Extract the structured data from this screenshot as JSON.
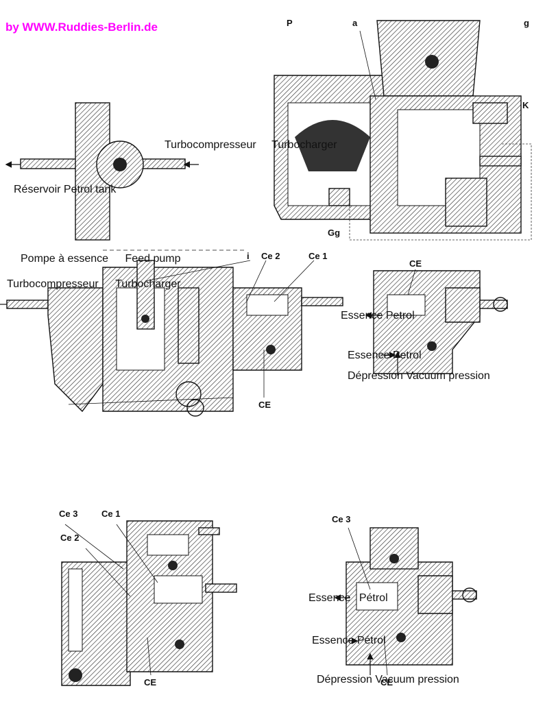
{
  "credit": "by  WWW.Ruddies-Berlin.de",
  "top": {
    "labels": {
      "P": "P",
      "a": "a",
      "g": "g",
      "K": "K",
      "Gg": "Gg"
    },
    "turbo_fr": "Turbocompresseur",
    "turbo_en": "Turbocharger",
    "reservoir_fr": "Réservoir",
    "reservoir_en": "Petrol tank",
    "pump_fr": "Pompe à essence",
    "pump_en": "Feed pump"
  },
  "middle_left": {
    "turbo_fr": "Turbocompresseur",
    "turbo_en": "Turbocharger",
    "i": "i",
    "ce2": "Ce 2",
    "ce1": "Ce 1",
    "ce": "CE"
  },
  "middle_right": {
    "ce": "CE",
    "essence1_fr": "Essence",
    "essence1_en": "Petrol",
    "essence2_fr": "Essence",
    "essence2_en": "Petrol",
    "depression_fr": "Dépression",
    "depression_en": "Vacuum pression"
  },
  "bottom_left": {
    "ce3": "Ce 3",
    "ce1": "Ce 1",
    "ce2": "Ce 2",
    "ce": "CE"
  },
  "bottom_right": {
    "ce3": "Ce 3",
    "essence1_fr": "Essence",
    "essence1_en": "Pétrol",
    "essence2_fr": "Essence",
    "essence2_en": "Pétrol",
    "depression_fr": "Dépression",
    "depression_en": "Vacuum pression",
    "ce": "CE"
  },
  "colors": {
    "credit": "#ff00ff",
    "ink": "#111111",
    "paper": "#ffffff"
  }
}
